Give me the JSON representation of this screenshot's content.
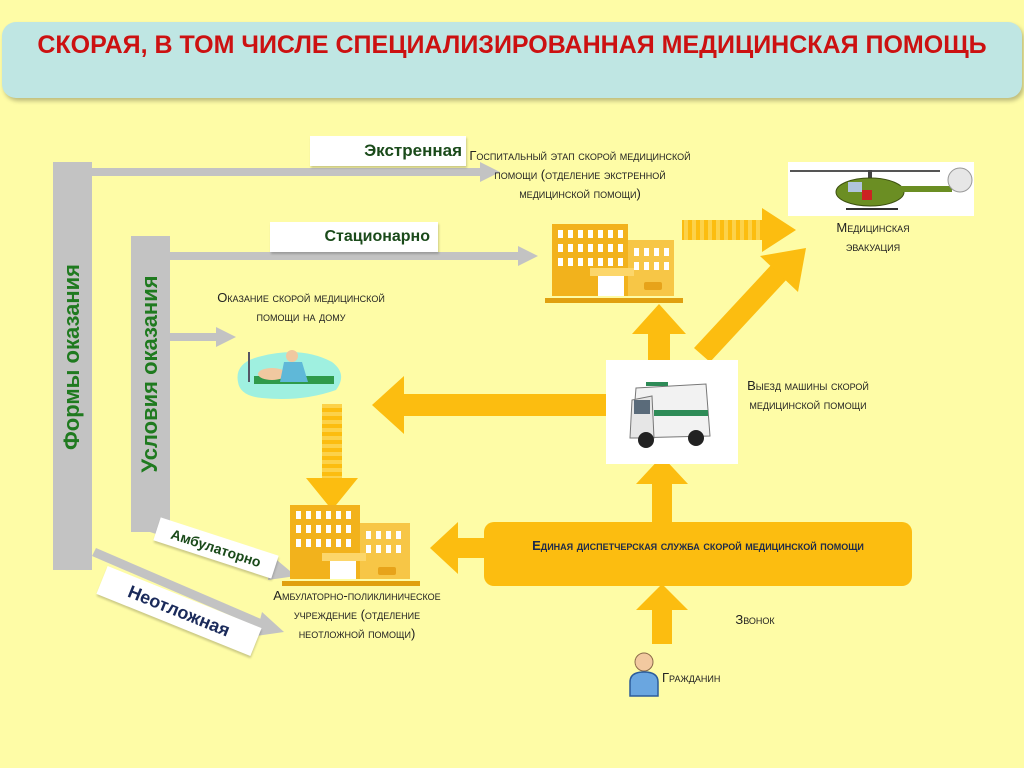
{
  "title": "СКОРАЯ, В ТОМ ЧИСЛЕ СПЕЦИАЛИЗИРОВАННАЯ МЕДИЦИНСКАЯ ПОМОЩЬ",
  "side_labels": {
    "forms": "Формы оказания",
    "conditions": "Условия оказания"
  },
  "branch_labels": {
    "emergency": "Экстренная",
    "inpatient": "Стационарно",
    "outpatient": "Амбулаторно",
    "urgent": "Неотложная"
  },
  "nodes": {
    "hospital_stage": "Госпитальный этап скорой медицинской помощи (отделение экстренной медицинской помощи)",
    "medical_evacuation": "Медицинская эвакуация",
    "home_care": "Оказание скорой медицинской помощи на дому",
    "ambulance_departure": "Выезд машины скорой медицинской помощи",
    "outpatient_clinic": "Амбулаторно-поликлиническое учреждение (отделение неотложной помощи)",
    "call": "Звонок",
    "citizen": "Гражданин"
  },
  "dispatch": {
    "label": "Единая диспетчерская служба скорой медицинской помощи"
  },
  "icons": [
    "hospital-building-icon",
    "helicopter-icon",
    "home-care-icon",
    "ambulance-icon",
    "clinic-building-icon",
    "citizen-icon"
  ],
  "colors": {
    "background": "#fefca6",
    "title_box": "#bfe6e3",
    "title_text": "#cc1111",
    "arrow_yellow": "#fcbd10",
    "arrow_gray": "#c3c3c3",
    "vertical_label": "#1f7a1f"
  }
}
